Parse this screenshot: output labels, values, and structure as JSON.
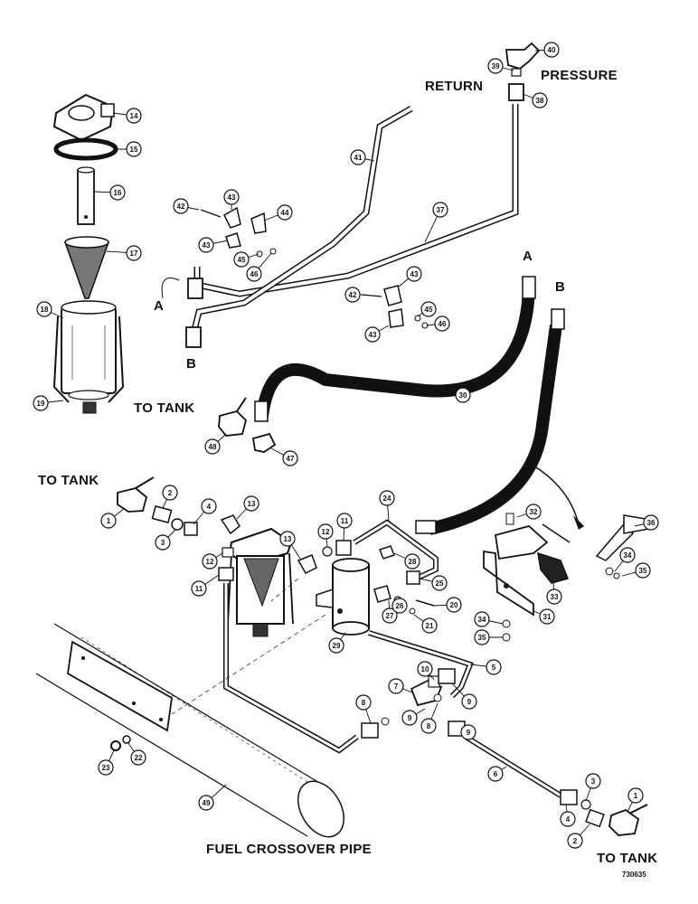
{
  "labels": {
    "return": "RETURN",
    "pressure": "PRESSURE",
    "to_tank_left": "TO TANK",
    "to_tank_mid": "TO TANK",
    "to_tank_bottom": "TO TANK",
    "fuel_crossover_pipe": "FUEL CROSSOVER PIPE",
    "hose_a_left": "A",
    "hose_b_left": "B",
    "hose_a_right": "A",
    "hose_b_right": "B",
    "drawing_number": "730635"
  },
  "callouts": [
    {
      "id": "c40a",
      "n": "40"
    },
    {
      "id": "c39a",
      "n": "39"
    },
    {
      "id": "c38",
      "n": "38"
    },
    {
      "id": "c14",
      "n": "14"
    },
    {
      "id": "c15",
      "n": "15"
    },
    {
      "id": "c16",
      "n": "16"
    },
    {
      "id": "c17",
      "n": "17"
    },
    {
      "id": "c18",
      "n": "18"
    },
    {
      "id": "c19",
      "n": "19"
    },
    {
      "id": "c41",
      "n": "41"
    },
    {
      "id": "c37",
      "n": "37"
    },
    {
      "id": "c42a",
      "n": "42"
    },
    {
      "id": "c43a",
      "n": "43"
    },
    {
      "id": "c44",
      "n": "44"
    },
    {
      "id": "c43b",
      "n": "43"
    },
    {
      "id": "c45a",
      "n": "45"
    },
    {
      "id": "c46a",
      "n": "46"
    },
    {
      "id": "c42b",
      "n": "42"
    },
    {
      "id": "c43c",
      "n": "43"
    },
    {
      "id": "c45b",
      "n": "45"
    },
    {
      "id": "c43d",
      "n": "43"
    },
    {
      "id": "c46b",
      "n": "46"
    },
    {
      "id": "c30",
      "n": "30"
    },
    {
      "id": "c48",
      "n": "48"
    },
    {
      "id": "c47",
      "n": "47"
    },
    {
      "id": "c1a",
      "n": "1"
    },
    {
      "id": "c2a",
      "n": "2"
    },
    {
      "id": "c3a",
      "n": "3"
    },
    {
      "id": "c4a",
      "n": "4"
    },
    {
      "id": "c13a",
      "n": "13"
    },
    {
      "id": "c12a",
      "n": "12"
    },
    {
      "id": "c11a",
      "n": "11"
    },
    {
      "id": "c13b",
      "n": "13"
    },
    {
      "id": "c12b",
      "n": "12"
    },
    {
      "id": "c11b",
      "n": "11"
    },
    {
      "id": "c24",
      "n": "24"
    },
    {
      "id": "c29",
      "n": "29"
    },
    {
      "id": "c25",
      "n": "25"
    },
    {
      "id": "c27",
      "n": "27"
    },
    {
      "id": "c26",
      "n": "26"
    },
    {
      "id": "c20",
      "n": "20"
    },
    {
      "id": "c21",
      "n": "21"
    },
    {
      "id": "c28",
      "n": "28"
    },
    {
      "id": "c32",
      "n": "32"
    },
    {
      "id": "c36",
      "n": "36"
    },
    {
      "id": "c34a",
      "n": "34"
    },
    {
      "id": "c35a",
      "n": "35"
    },
    {
      "id": "c33",
      "n": "33"
    },
    {
      "id": "c31",
      "n": "31"
    },
    {
      "id": "c34b",
      "n": "34"
    },
    {
      "id": "c35b",
      "n": "35"
    },
    {
      "id": "c5",
      "n": "5"
    },
    {
      "id": "c8a",
      "n": "8"
    },
    {
      "id": "c7",
      "n": "7"
    },
    {
      "id": "c9a",
      "n": "9"
    },
    {
      "id": "c10",
      "n": "10"
    },
    {
      "id": "c9b",
      "n": "9"
    },
    {
      "id": "c8b",
      "n": "8"
    },
    {
      "id": "c9c",
      "n": "9"
    },
    {
      "id": "c23",
      "n": "23"
    },
    {
      "id": "c22",
      "n": "22"
    },
    {
      "id": "c49",
      "n": "49"
    },
    {
      "id": "c6",
      "n": "6"
    },
    {
      "id": "c3b",
      "n": "3"
    },
    {
      "id": "c4b",
      "n": "4"
    },
    {
      "id": "c2b",
      "n": "2"
    },
    {
      "id": "c1b",
      "n": "1"
    }
  ]
}
